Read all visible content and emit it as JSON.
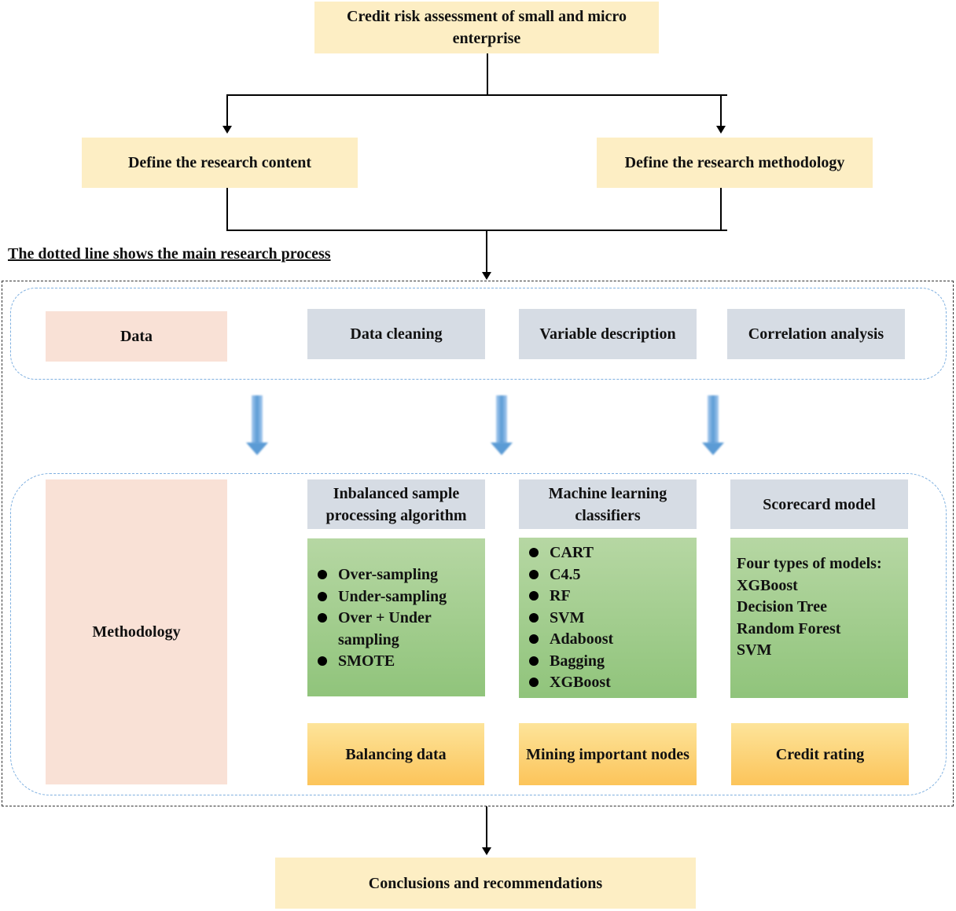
{
  "top": {
    "title": "Credit risk assessment of small and micro enterprise"
  },
  "branches": {
    "content": "Define the research content",
    "methodology": "Define the research methodology"
  },
  "note": "The dotted line shows the main research  process",
  "row1": {
    "data": "Data",
    "cleaning": "Data cleaning",
    "variable": "Variable description",
    "correlation": "Correlation analysis"
  },
  "row2": {
    "methodology": "Methodology",
    "imbalance": {
      "title": "Inbalanced sample processing algorithm",
      "items": [
        "Over-sampling",
        "Under-sampling",
        "Over + Under sampling",
        "SMOTE"
      ],
      "result": "Balancing data"
    },
    "ml": {
      "title": "Machine learning classifiers",
      "items": [
        "CART",
        "C4.5",
        "RF",
        "SVM",
        "Adaboost",
        "Bagging",
        "XGBoost"
      ],
      "result": "Mining important nodes"
    },
    "scorecard": {
      "title": "Scorecard model",
      "items": [
        "Four types of models:",
        "XGBoost",
        "Decision Tree",
        "Random Forest",
        "SVM"
      ],
      "result": "Credit rating"
    }
  },
  "bottom": {
    "title": "Conclusions and recommendations"
  },
  "colors": {
    "yellow": "#fdeec4",
    "pink": "#f9e1d6",
    "grey": "#d6dce4",
    "green": "#9ecb88",
    "orange": "#fcc45a",
    "arrow_blue": "#5b9bd5"
  }
}
